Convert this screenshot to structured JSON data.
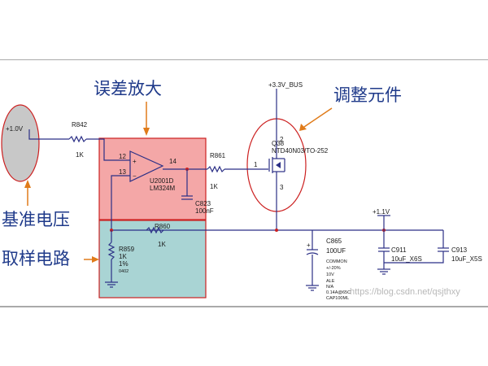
{
  "labels": {
    "error_amp": "误差放大",
    "adjust": "调整元件",
    "reference": "基准电压",
    "sampling": "取样电路"
  },
  "nets": {
    "bus": "+3.3V_BUS",
    "ref": "+1.0V",
    "out": "+1.1V"
  },
  "resistors": {
    "r842": {
      "name": "R842",
      "value": "1K"
    },
    "r861": {
      "name": "R861",
      "value": "1K"
    },
    "r860": {
      "name": "R860",
      "value": "1K"
    },
    "r859": {
      "name": "R859",
      "value": "1K",
      "tol": "1%",
      "pkg": "0402"
    }
  },
  "opamp": {
    "pin_plus": "12",
    "pin_minus": "13",
    "pin_out": "14",
    "ref": "U2001D",
    "part": "LM324M"
  },
  "mosfet": {
    "ref": "Q38",
    "part": "NTD40N03/TO-252",
    "pin1": "1",
    "pin2": "2",
    "pin3": "3"
  },
  "capacitors": {
    "c823": {
      "name": "C823",
      "value": "100nF"
    },
    "c865": {
      "name": "C865",
      "value": "100UF",
      "notes": [
        "COMMON",
        "+/-20%",
        "10V",
        "ALE",
        "N/A",
        "0.14A@65C",
        "CAP100ML"
      ]
    },
    "c911": {
      "name": "C911",
      "value": "10uF_X6S"
    },
    "c913": {
      "name": "C913",
      "value": "10uF_X5S"
    }
  },
  "watermark": "https://blog.csdn.net/qsjthxy",
  "colors": {
    "label": "#1f3a8a",
    "red_box": "#f4a7a7",
    "teal_box": "#a9d4d4",
    "ellipse": "#c8c8c8"
  }
}
